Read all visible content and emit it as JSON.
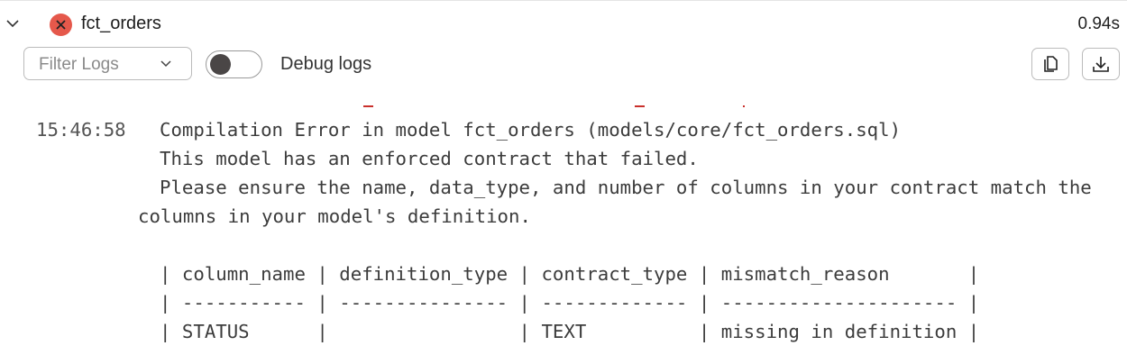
{
  "header": {
    "title": "fct_orders",
    "status": "error",
    "duration": "0.94s",
    "status_color": "#e5584b"
  },
  "toolbar": {
    "filter_placeholder": "Filter Logs",
    "debug_label": "Debug logs",
    "debug_enabled": false
  },
  "log": {
    "timestamp": "15:46:58",
    "lines": [
      "Compilation Error in model fct_orders (models/core/fct_orders.sql)",
      "This model has an enforced contract that failed.",
      "Please ensure the name, data_type, and number of columns in your contract match the",
      "columns in your model's definition.",
      "",
      "| column_name | definition_type | contract_type | mismatch_reason       |",
      "| ----------- | --------------- | ------------- | --------------------- |",
      "| STATUS      |                 | TEXT          | missing in definition |"
    ]
  }
}
